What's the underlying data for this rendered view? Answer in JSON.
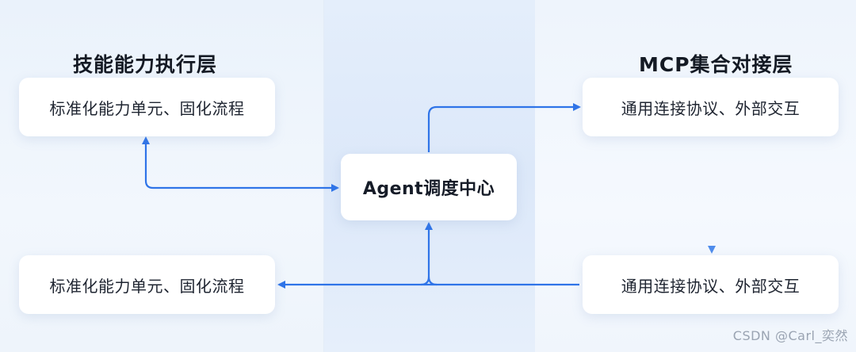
{
  "left_section": {
    "title": "技能能力执行层",
    "top_card": "标准化能力单元、固化流程",
    "bottom_card": "标准化能力单元、固化流程"
  },
  "right_section": {
    "title": "MCP集合对接层",
    "top_card": "通用连接协议、外部交互",
    "bottom_card": "通用连接协议、外部交互"
  },
  "center": {
    "label": "Agent调度中心"
  },
  "colors": {
    "arrow": "#2f74e8",
    "arrow_light": "#6aa0f0"
  },
  "watermark": "CSDN @Carl_奕然"
}
